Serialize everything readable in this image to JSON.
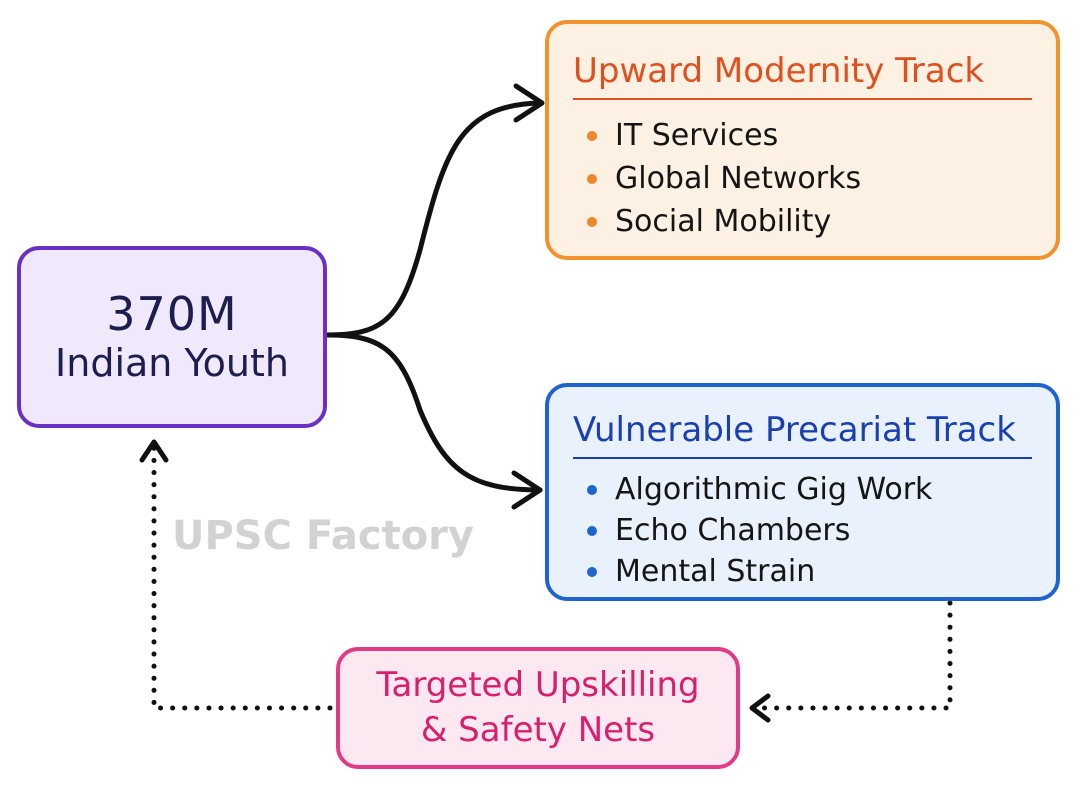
{
  "source": {
    "value": "370M",
    "label": "Indian Youth"
  },
  "tracks": [
    {
      "title": "Upward Modernity Track",
      "items": [
        "IT Services",
        "Global Networks",
        "Social Mobility"
      ]
    },
    {
      "title": "Vulnerable Precariat Track",
      "items": [
        "Algorithmic Gig Work",
        "Echo Chambers",
        "Mental Strain"
      ]
    }
  ],
  "policy": {
    "line1": "Targeted Upskilling",
    "line2": "& Safety Nets"
  },
  "watermark": "UPSC Factory",
  "colors": {
    "source_border": "#6a2fc4",
    "source_fill": "#efe9fb",
    "upward_border": "#f3912d",
    "upward_title": "#e0501e",
    "vulnerable_border": "#1f63cf",
    "vulnerable_title": "#1a3fb0",
    "policy_border": "#e23a86",
    "policy_text": "#d81e6d",
    "arrows": "#111111"
  }
}
